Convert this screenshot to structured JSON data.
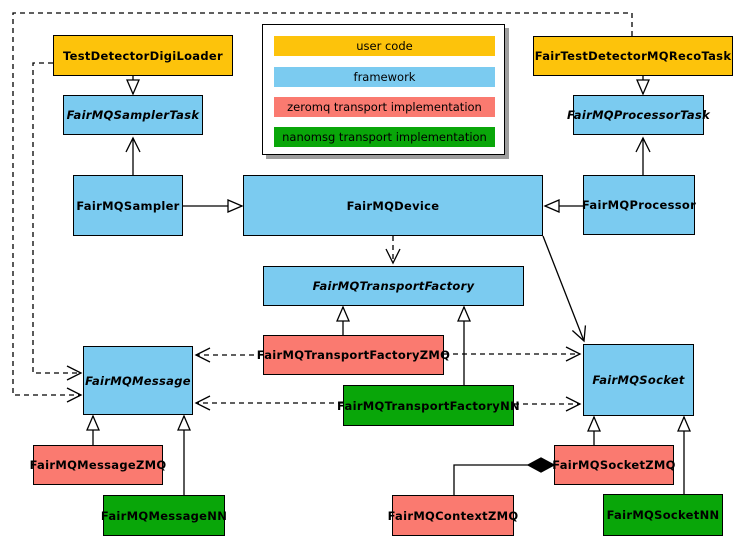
{
  "diagram": {
    "legend": {
      "items": [
        {
          "label": "user code",
          "color": "#FDC30B"
        },
        {
          "label": "framework",
          "color": "#7BCBF0"
        },
        {
          "label": "zeromq transport implementation",
          "color": "#FA7A70"
        },
        {
          "label": "nanomsg transport implementation",
          "color": "#09A609"
        }
      ]
    },
    "nodes": {
      "test_detector_digi_loader": {
        "label": "TestDetectorDigiLoader",
        "category": "user code",
        "abstract": false
      },
      "fair_test_detector_mq_reco_task": {
        "label": "FairTestDetectorMQRecoTask",
        "category": "user code",
        "abstract": false
      },
      "fair_mq_sampler_task": {
        "label": "FairMQSamplerTask",
        "category": "framework",
        "abstract": true
      },
      "fair_mq_processor_task": {
        "label": "FairMQProcessorTask",
        "category": "framework",
        "abstract": true
      },
      "fair_mq_sampler": {
        "label": "FairMQSampler",
        "category": "framework",
        "abstract": false
      },
      "fair_mq_device": {
        "label": "FairMQDevice",
        "category": "framework",
        "abstract": false
      },
      "fair_mq_processor": {
        "label": "FairMQProcessor",
        "category": "framework",
        "abstract": false
      },
      "fair_mq_transport_factory": {
        "label": "FairMQTransportFactory",
        "category": "framework",
        "abstract": true
      },
      "fair_mq_transport_factory_zmq": {
        "label": "FairMQTransportFactoryZMQ",
        "category": "zeromq",
        "abstract": false
      },
      "fair_mq_transport_factory_nn": {
        "label": "FairMQTransportFactoryNN",
        "category": "nanomsg",
        "abstract": false
      },
      "fair_mq_message": {
        "label": "FairMQMessage",
        "category": "framework",
        "abstract": true
      },
      "fair_mq_socket": {
        "label": "FairMQSocket",
        "category": "framework",
        "abstract": true
      },
      "fair_mq_message_zmq": {
        "label": "FairMQMessageZMQ",
        "category": "zeromq",
        "abstract": false
      },
      "fair_mq_message_nn": {
        "label": "FairMQMessageNN",
        "category": "nanomsg",
        "abstract": false
      },
      "fair_mq_context_zmq": {
        "label": "FairMQContextZMQ",
        "category": "zeromq",
        "abstract": false
      },
      "fair_mq_socket_zmq": {
        "label": "FairMQSocketZMQ",
        "category": "zeromq",
        "abstract": false
      },
      "fair_mq_socket_nn": {
        "label": "FairMQSocketNN",
        "category": "nanomsg",
        "abstract": false
      }
    },
    "edges": [
      {
        "from": "TestDetectorDigiLoader",
        "to": "FairMQSamplerTask",
        "type": "inheritance"
      },
      {
        "from": "FairTestDetectorMQRecoTask",
        "to": "FairMQProcessorTask",
        "type": "inheritance"
      },
      {
        "from": "FairMQSampler",
        "to": "FairMQSamplerTask",
        "type": "association"
      },
      {
        "from": "FairMQProcessor",
        "to": "FairMQProcessorTask",
        "type": "association"
      },
      {
        "from": "FairMQSampler",
        "to": "FairMQDevice",
        "type": "inheritance"
      },
      {
        "from": "FairMQProcessor",
        "to": "FairMQDevice",
        "type": "inheritance"
      },
      {
        "from": "FairMQDevice",
        "to": "FairMQTransportFactory",
        "type": "dashed-dependency"
      },
      {
        "from": "FairMQDevice",
        "to": "FairMQSocket",
        "type": "association"
      },
      {
        "from": "FairMQTransportFactoryZMQ",
        "to": "FairMQTransportFactory",
        "type": "inheritance"
      },
      {
        "from": "FairMQTransportFactoryNN",
        "to": "FairMQTransportFactory",
        "type": "inheritance"
      },
      {
        "from": "FairMQTransportFactoryZMQ",
        "to": "FairMQMessage",
        "type": "dashed-dependency"
      },
      {
        "from": "FairMQTransportFactoryZMQ",
        "to": "FairMQSocket",
        "type": "dashed-dependency"
      },
      {
        "from": "FairMQTransportFactoryNN",
        "to": "FairMQMessage",
        "type": "dashed-dependency"
      },
      {
        "from": "FairMQTransportFactoryNN",
        "to": "FairMQSocket",
        "type": "dashed-dependency"
      },
      {
        "from": "TestDetectorDigiLoader",
        "to": "FairMQMessage",
        "type": "dashed-dependency"
      },
      {
        "from": "FairTestDetectorMQRecoTask",
        "to": "FairMQMessage",
        "type": "dashed-dependency"
      },
      {
        "from": "FairMQMessageZMQ",
        "to": "FairMQMessage",
        "type": "inheritance"
      },
      {
        "from": "FairMQMessageNN",
        "to": "FairMQMessage",
        "type": "inheritance"
      },
      {
        "from": "FairMQSocketZMQ",
        "to": "FairMQSocket",
        "type": "inheritance"
      },
      {
        "from": "FairMQSocketNN",
        "to": "FairMQSocket",
        "type": "inheritance"
      },
      {
        "from": "FairMQContextZMQ",
        "to": "FairMQSocketZMQ",
        "type": "composition"
      }
    ]
  }
}
